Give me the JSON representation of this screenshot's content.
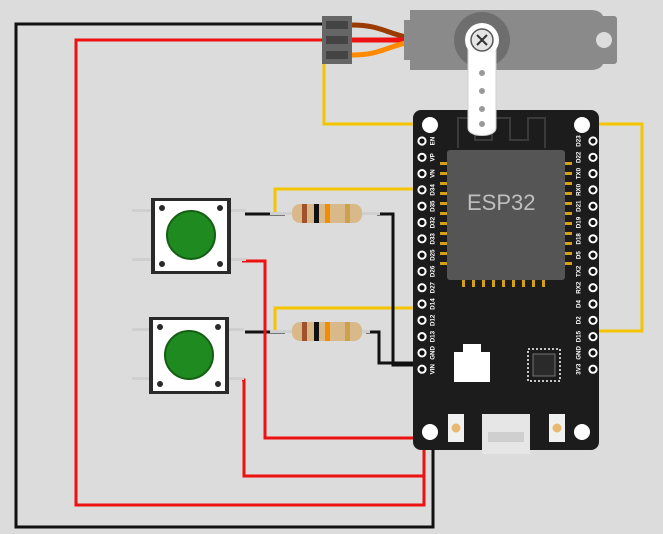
{
  "board": {
    "chip_label": "ESP32",
    "pins_left": [
      "EN",
      "VP",
      "VN",
      "D34",
      "D35",
      "D32",
      "D33",
      "D25",
      "D26",
      "D27",
      "D14",
      "D12",
      "D13",
      "GND",
      "VIN"
    ],
    "pins_right": [
      "D23",
      "D22",
      "TX0",
      "RX0",
      "D21",
      "D19",
      "D18",
      "D5",
      "TX2",
      "RX2",
      "D4",
      "D2",
      "D15",
      "GND",
      "3V3"
    ]
  },
  "colors": {
    "background": "#dcdcdc",
    "wire_red": "#ee1111",
    "wire_black": "#111111",
    "wire_yellow": "#f5c400",
    "wire_orange": "#ff8a00",
    "wire_brown": "#9a3b00",
    "board": "#1c1c1c",
    "button_cap": "#1f8a1f"
  },
  "components": {
    "servo": "servo-motor",
    "buttons": [
      "pushbutton-top",
      "pushbutton-bottom"
    ],
    "resistors": [
      "resistor-top",
      "resistor-bottom"
    ]
  }
}
